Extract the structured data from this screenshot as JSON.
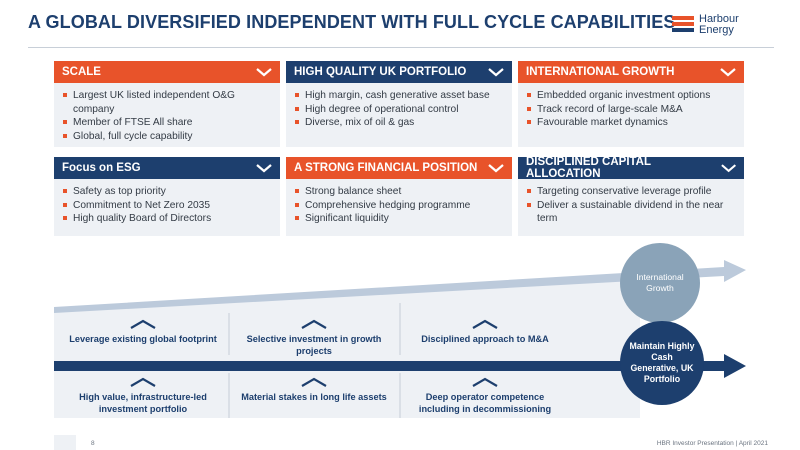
{
  "title": "A GLOBAL DIVERSIFIED INDEPENDENT WITH FULL CYCLE CAPABILITIES",
  "logo": {
    "line1": "Harbour",
    "line2": "Energy"
  },
  "colors": {
    "orange": "#e8532a",
    "navy": "#1d3f6e",
    "card_bg": "#eef1f5",
    "arrow_light": "#c8d3e0",
    "circle_grey": "#8aa3b8"
  },
  "cards": [
    {
      "title": "SCALE",
      "items": [
        "Largest UK listed independent O&G company",
        "Member of FTSE All share",
        "Global, full cycle capability"
      ]
    },
    {
      "title": "HIGH QUALITY UK PORTFOLIO",
      "items": [
        "High margin, cash generative asset base",
        "High degree of operational control",
        "Diverse, mix of oil & gas"
      ]
    },
    {
      "title": "INTERNATIONAL GROWTH",
      "items": [
        "Embedded organic investment options",
        "Track record of large-scale M&A",
        "Favourable market dynamics"
      ]
    },
    {
      "title": "Focus on ESG",
      "items": [
        "Safety as top priority",
        "Commitment to Net Zero 2035",
        "High quality Board of Directors"
      ]
    },
    {
      "title": "A STRONG FINANCIAL POSITION",
      "items": [
        "Strong balance sheet",
        "Comprehensive hedging programme",
        "Significant liquidity"
      ]
    },
    {
      "title": "DISCIPLINED CAPITAL ALLOCATION",
      "items": [
        "Targeting conservative leverage profile",
        "Deliver a sustainable dividend in the near term"
      ]
    }
  ],
  "diagram": {
    "upper": [
      "Leverage existing global footprint",
      "Selective investment in growth projects",
      "Disciplined approach to M&A"
    ],
    "lower": [
      "High value, infrastructure-led investment portfolio",
      "Material stakes in long life assets",
      "Deep operator competence including in decommissioning"
    ],
    "circle_top": "International Growth",
    "circle_bottom": "Maintain Highly Cash Generative, UK Portfolio"
  },
  "footer": {
    "page": "8",
    "right": "HBR Investor Presentation  |  April 2021"
  }
}
